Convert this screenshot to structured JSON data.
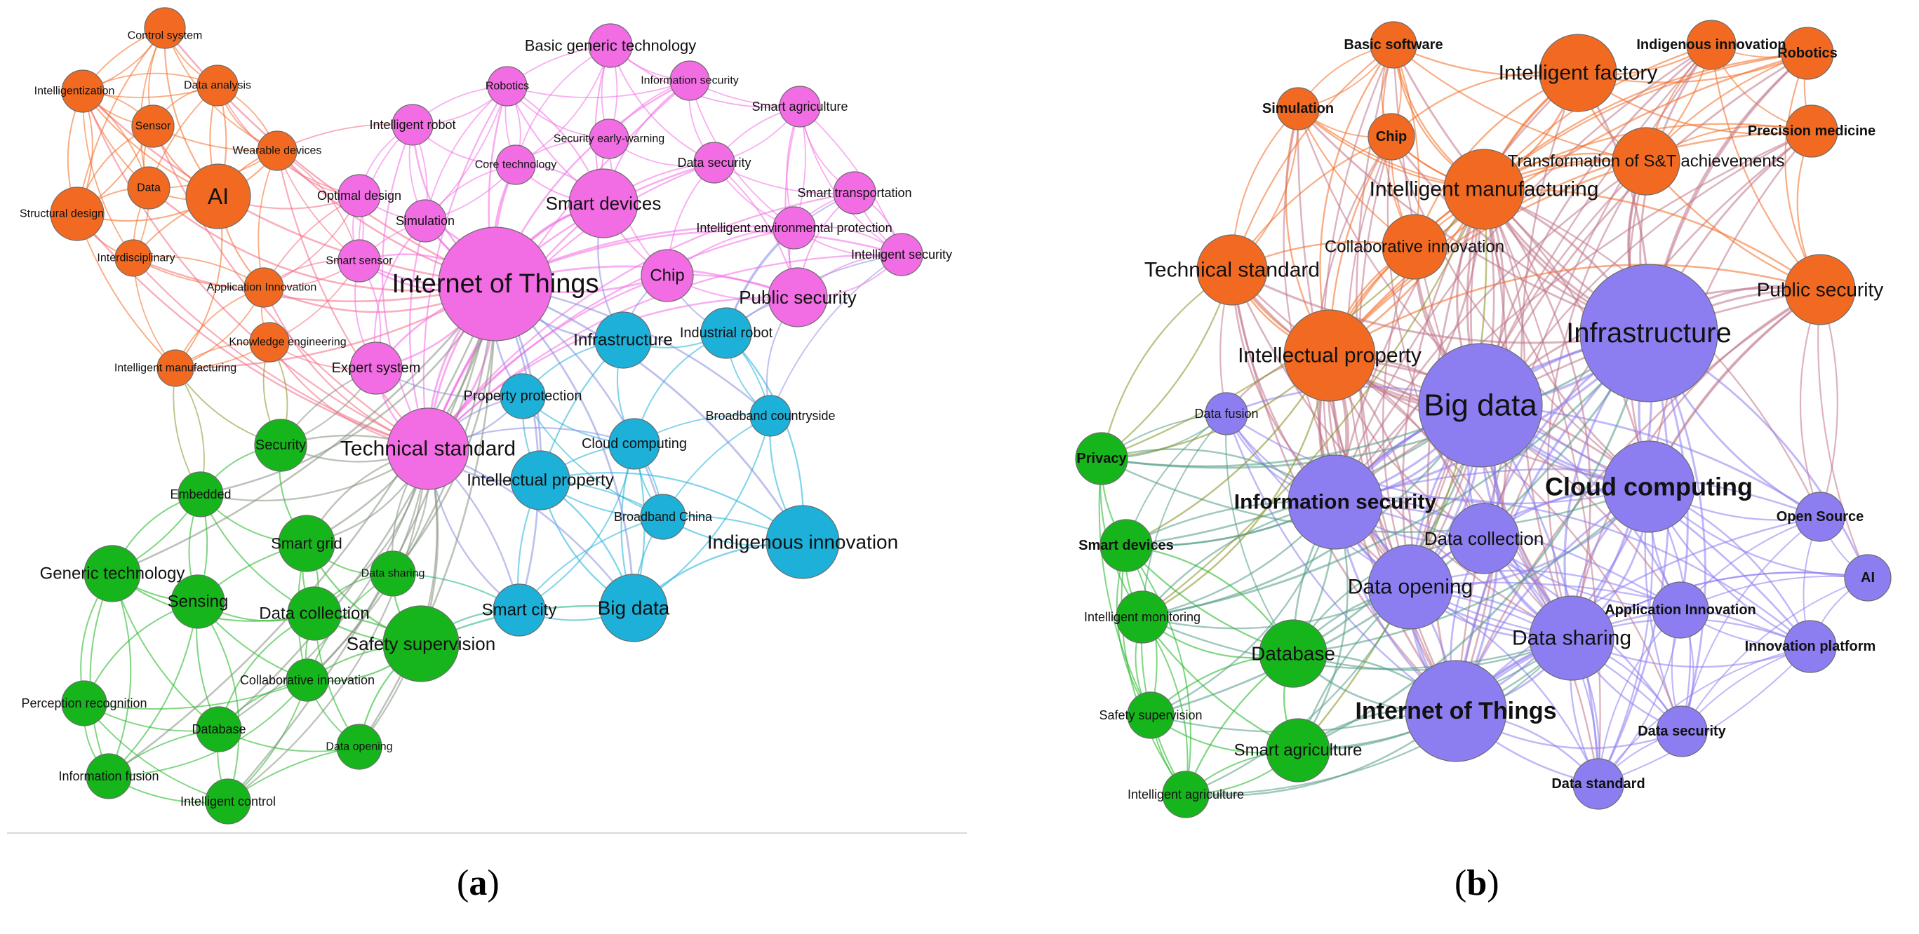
{
  "colors": {
    "orange": "#f26a21",
    "magenta": "#f26ce4",
    "cyan": "#1db0d8",
    "green": "#17b51c",
    "purple": "#8c7ef0"
  },
  "panels": [
    {
      "id": "a",
      "caption": "a",
      "nodes": [
        {
          "label": "Control system",
          "group": "orange"
        },
        {
          "label": "Intelligentization",
          "group": "orange"
        },
        {
          "label": "Data analysis",
          "group": "orange"
        },
        {
          "label": "Sensor",
          "group": "orange"
        },
        {
          "label": "Data",
          "group": "orange"
        },
        {
          "label": "Structural design",
          "group": "orange"
        },
        {
          "label": "AI",
          "group": "orange"
        },
        {
          "label": "Wearable devices",
          "group": "orange"
        },
        {
          "label": "Interdisciplinary",
          "group": "orange"
        },
        {
          "label": "Application Innovation",
          "group": "orange"
        },
        {
          "label": "Knowledge engineering",
          "group": "orange"
        },
        {
          "label": "Intelligent manufacturing",
          "group": "orange"
        },
        {
          "label": "Basic generic technology",
          "group": "magenta"
        },
        {
          "label": "Robotics",
          "group": "magenta"
        },
        {
          "label": "Information security",
          "group": "magenta"
        },
        {
          "label": "Intelligent robot",
          "group": "magenta"
        },
        {
          "label": "Security early-warning",
          "group": "magenta"
        },
        {
          "label": "Smart agriculture",
          "group": "magenta"
        },
        {
          "label": "Core technology",
          "group": "magenta"
        },
        {
          "label": "Data security",
          "group": "magenta"
        },
        {
          "label": "Optimal design",
          "group": "magenta"
        },
        {
          "label": "Smart devices",
          "group": "magenta"
        },
        {
          "label": "Smart transportation",
          "group": "magenta"
        },
        {
          "label": "Simulation",
          "group": "magenta"
        },
        {
          "label": "Intelligent environmental protection",
          "group": "magenta"
        },
        {
          "label": "Smart sensor",
          "group": "magenta"
        },
        {
          "label": "Intelligent security",
          "group": "magenta"
        },
        {
          "label": "Internet of Things",
          "group": "magenta"
        },
        {
          "label": "Chip",
          "group": "magenta"
        },
        {
          "label": "Public security",
          "group": "magenta"
        },
        {
          "label": "Expert system",
          "group": "magenta"
        },
        {
          "label": "Technical standard",
          "group": "magenta"
        },
        {
          "label": "Infrastructure",
          "group": "cyan"
        },
        {
          "label": "Industrial robot",
          "group": "cyan"
        },
        {
          "label": "Property protection",
          "group": "cyan"
        },
        {
          "label": "Broadband countryside",
          "group": "cyan"
        },
        {
          "label": "Cloud computing",
          "group": "cyan"
        },
        {
          "label": "Intellectual property",
          "group": "cyan"
        },
        {
          "label": "Broadband China",
          "group": "cyan"
        },
        {
          "label": "Indigenous innovation",
          "group": "cyan"
        },
        {
          "label": "Smart city",
          "group": "cyan"
        },
        {
          "label": "Big data",
          "group": "cyan"
        },
        {
          "label": "Security",
          "group": "green"
        },
        {
          "label": "Embedded",
          "group": "green"
        },
        {
          "label": "Smart grid",
          "group": "green"
        },
        {
          "label": "Generic technology",
          "group": "green"
        },
        {
          "label": "Sensing",
          "group": "green"
        },
        {
          "label": "Data sharing",
          "group": "green"
        },
        {
          "label": "Data collection",
          "group": "green"
        },
        {
          "label": "Safety supervision",
          "group": "green"
        },
        {
          "label": "Collaborative innovation",
          "group": "green"
        },
        {
          "label": "Perception recognition",
          "group": "green"
        },
        {
          "label": "Database",
          "group": "green"
        },
        {
          "label": "Data opening",
          "group": "green"
        },
        {
          "label": "Information fusion",
          "group": "green"
        },
        {
          "label": "Intelligent control",
          "group": "green"
        }
      ]
    },
    {
      "id": "b",
      "caption": "b",
      "nodes": [
        {
          "label": "Basic software",
          "group": "orange"
        },
        {
          "label": "Intelligent factory",
          "group": "orange"
        },
        {
          "label": "Indigenous innovation",
          "group": "orange"
        },
        {
          "label": "Robotics",
          "group": "orange"
        },
        {
          "label": "Simulation",
          "group": "orange"
        },
        {
          "label": "Chip",
          "group": "orange"
        },
        {
          "label": "Precision medicine",
          "group": "orange"
        },
        {
          "label": "Transformation of S&T achievements",
          "group": "orange"
        },
        {
          "label": "Intelligent manufacturing",
          "group": "orange"
        },
        {
          "label": "Collaborative innovation",
          "group": "orange"
        },
        {
          "label": "Technical standard",
          "group": "orange"
        },
        {
          "label": "Public security",
          "group": "orange"
        },
        {
          "label": "Intellectual property",
          "group": "orange"
        },
        {
          "label": "Infrastructure",
          "group": "purple"
        },
        {
          "label": "Big data",
          "group": "purple"
        },
        {
          "label": "Data fusion",
          "group": "purple"
        },
        {
          "label": "Cloud computing",
          "group": "purple"
        },
        {
          "label": "Information security",
          "group": "purple"
        },
        {
          "label": "Open Source",
          "group": "purple"
        },
        {
          "label": "Data collection",
          "group": "purple"
        },
        {
          "label": "AI",
          "group": "purple"
        },
        {
          "label": "Data opening",
          "group": "purple"
        },
        {
          "label": "Application Innovation",
          "group": "purple"
        },
        {
          "label": "Data sharing",
          "group": "purple"
        },
        {
          "label": "Innovation platform",
          "group": "purple"
        },
        {
          "label": "Internet of Things",
          "group": "purple"
        },
        {
          "label": "Data security",
          "group": "purple"
        },
        {
          "label": "Data standard",
          "group": "purple"
        },
        {
          "label": "Privacy",
          "group": "green"
        },
        {
          "label": "Smart devices",
          "group": "green"
        },
        {
          "label": "Intelligent monitoring",
          "group": "green"
        },
        {
          "label": "Database",
          "group": "green"
        },
        {
          "label": "Safety supervision",
          "group": "green"
        },
        {
          "label": "Smart agriculture",
          "group": "green"
        },
        {
          "label": "Intelligent agriculture",
          "group": "green"
        }
      ]
    }
  ]
}
